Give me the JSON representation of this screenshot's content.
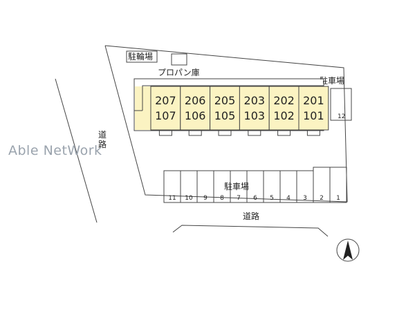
{
  "labels": {
    "bicycle_parking": "駐輪場",
    "propane_storage": "プロパン庫",
    "parking_right": "駐車場",
    "parking_bottom": "駐車場",
    "road_left": "道路",
    "road_bottom": "道路",
    "watermark": "Able NetWork"
  },
  "units": [
    {
      "upper": "207",
      "lower": "107"
    },
    {
      "upper": "206",
      "lower": "106"
    },
    {
      "upper": "205",
      "lower": "105"
    },
    {
      "upper": "203",
      "lower": "103"
    },
    {
      "upper": "202",
      "lower": "102"
    },
    {
      "upper": "201",
      "lower": "101"
    }
  ],
  "parking_bottom_slots": [
    "11",
    "10",
    "9",
    "8",
    "7",
    "6",
    "5",
    "4",
    "3",
    "2",
    "1"
  ],
  "parking_right_slot": "12",
  "colors": {
    "building_fill": "#fbf3c2",
    "outline": "#444444",
    "watermark": "#9aa3ad"
  }
}
